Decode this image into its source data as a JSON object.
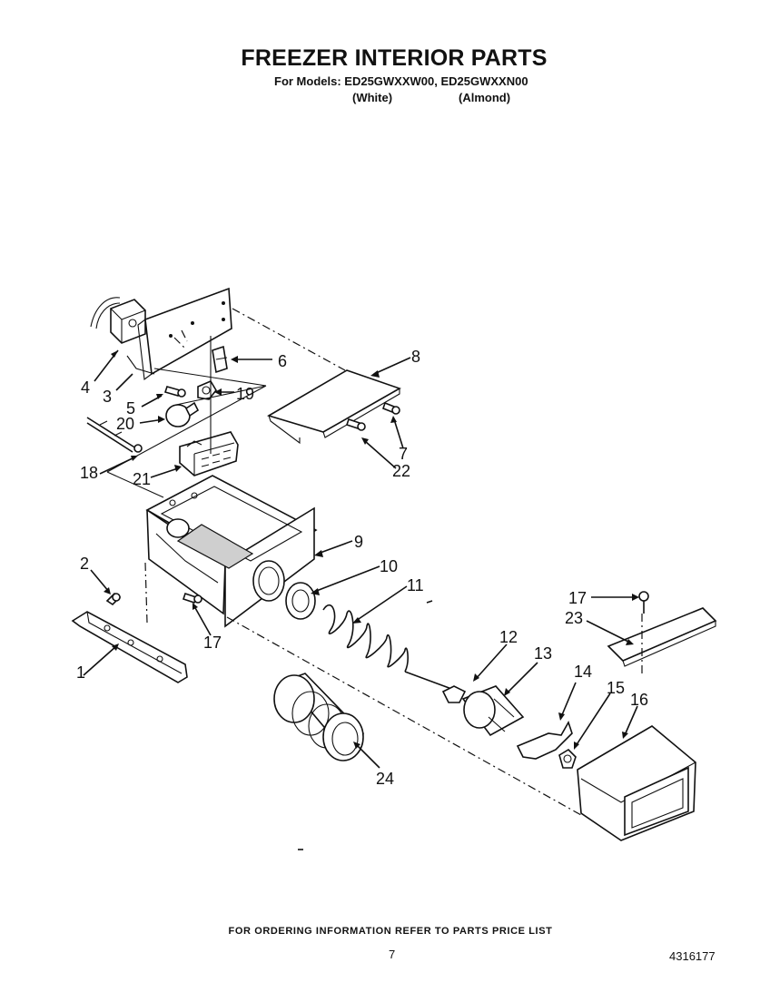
{
  "header": {
    "title": "FREEZER INTERIOR PARTS",
    "models_line": "For Models: ED25GWXXW00, ED25GWXXN00",
    "variant_white": "(White)",
    "variant_almond": "(Almond)"
  },
  "callouts": {
    "c1": "1",
    "c2": "2",
    "c3": "3",
    "c4": "4",
    "c5": "5",
    "c6": "6",
    "c7": "7",
    "c8": "8",
    "c9": "9",
    "c10": "10",
    "c11": "11",
    "c12": "12",
    "c13": "13",
    "c14": "14",
    "c15": "15",
    "c16": "16",
    "c17a": "17",
    "c17b": "17",
    "c18": "18",
    "c19": "19",
    "c20": "20",
    "c21": "21",
    "c22": "22",
    "c23": "23",
    "c24": "24"
  },
  "footer": {
    "ordering_note": "FOR ORDERING INFORMATION REFER TO PARTS PRICE LIST",
    "page_number": "7",
    "document_number": "4316177"
  }
}
